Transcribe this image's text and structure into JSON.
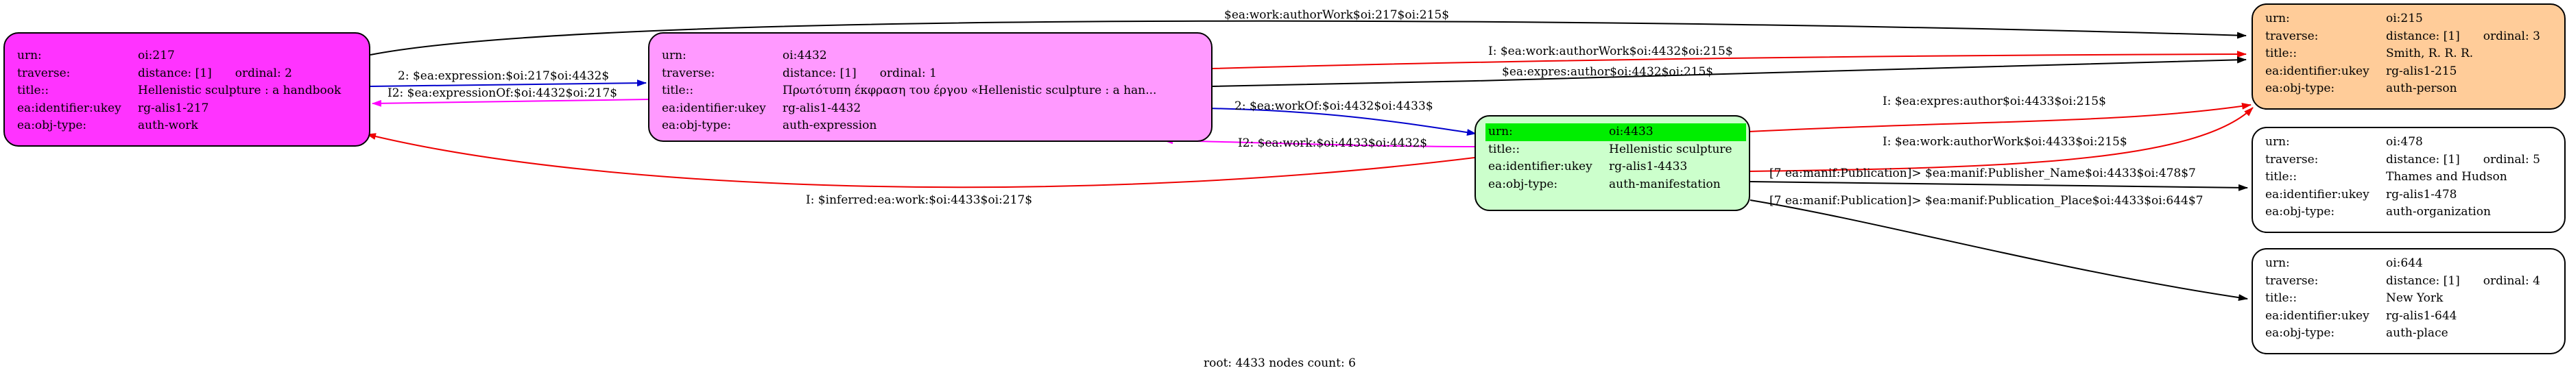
{
  "footer": "root: 4433 nodes count: 6",
  "colors": {
    "work": "#ff33ff",
    "expression": "#ff99ff",
    "manifestation": "#ccffcc",
    "person": "#ffcc99",
    "plain": "#ffffff",
    "highlight": "#00ee00",
    "edge_black": "#000000",
    "edge_blue": "#0000cc",
    "edge_red": "#ee0000",
    "edge_magenta": "#ff00ff"
  },
  "nodes": {
    "n217": {
      "urn_k": "urn:",
      "urn": "oi:217",
      "traverse_k": "traverse:",
      "traverse": "distance: [1]",
      "ordinal": "ordinal: 2",
      "title_k": "title::",
      "title": "Hellenistic sculpture : a handbook",
      "ukey_k": "ea:identifier:ukey",
      "ukey": "rg-alis1-217",
      "type_k": "ea:obj-type:",
      "type": "auth-work"
    },
    "n4432": {
      "urn_k": "urn:",
      "urn": "oi:4432",
      "traverse_k": "traverse:",
      "traverse": "distance: [1]",
      "ordinal": "ordinal: 1",
      "title_k": "title::",
      "title": "Πρωτότυπη έκφραση του έργου «Hellenistic sculpture : a han...",
      "ukey_k": "ea:identifier:ukey",
      "ukey": "rg-alis1-4432",
      "type_k": "ea:obj-type:",
      "type": "auth-expression"
    },
    "n4433": {
      "urn_k": "urn:",
      "urn": "oi:4433",
      "title_k": "title::",
      "title": "Hellenistic sculpture",
      "ukey_k": "ea:identifier:ukey",
      "ukey": "rg-alis1-4433",
      "type_k": "ea:obj-type:",
      "type": "auth-manifestation"
    },
    "n215": {
      "urn_k": "urn:",
      "urn": "oi:215",
      "traverse_k": "traverse:",
      "traverse": "distance: [1]",
      "ordinal": "ordinal: 3",
      "title_k": "title::",
      "title": "Smith, R. R. R.",
      "ukey_k": "ea:identifier:ukey",
      "ukey": "rg-alis1-215",
      "type_k": "ea:obj-type:",
      "type": "auth-person"
    },
    "n478": {
      "urn_k": "urn:",
      "urn": "oi:478",
      "traverse_k": "traverse:",
      "traverse": "distance: [1]",
      "ordinal": "ordinal: 5",
      "title_k": "title::",
      "title": "Thames and Hudson",
      "ukey_k": "ea:identifier:ukey",
      "ukey": "rg-alis1-478",
      "type_k": "ea:obj-type:",
      "type": "auth-organization"
    },
    "n644": {
      "urn_k": "urn:",
      "urn": "oi:644",
      "traverse_k": "traverse:",
      "traverse": "distance: [1]",
      "ordinal": "ordinal: 4",
      "title_k": "title::",
      "title": "New York",
      "ukey_k": "ea:identifier:ukey",
      "ukey": "rg-alis1-644",
      "type_k": "ea:obj-type:",
      "type": "auth-place"
    }
  },
  "edges": {
    "e1": "$ea:work:authorWork$oi:217$oi:215$",
    "e2": "2: $ea:expression:$oi:217$oi:4432$",
    "e3": "I2: $ea:expressionOf:$oi:4432$oi:217$",
    "e4": "I: $ea:work:authorWork$oi:4432$oi:215$",
    "e5": "$ea:expres:author$oi:4432$oi:215$",
    "e6": "2: $ea:workOf:$oi:4432$oi:4433$",
    "e7": "I2: $ea:work:$oi:4433$oi:4432$",
    "e8": "I: $inferred:ea:work:$oi:4433$oi:217$",
    "e9": "I: $ea:expres:author$oi:4433$oi:215$",
    "e10": "I: $ea:work:authorWork$oi:4433$oi:215$",
    "e11": "[7 ea:manif:Publication]> $ea:manif:Publisher_Name$oi:4433$oi:478$7",
    "e12": "[7 ea:manif:Publication]> $ea:manif:Publication_Place$oi:4433$oi:644$7"
  }
}
